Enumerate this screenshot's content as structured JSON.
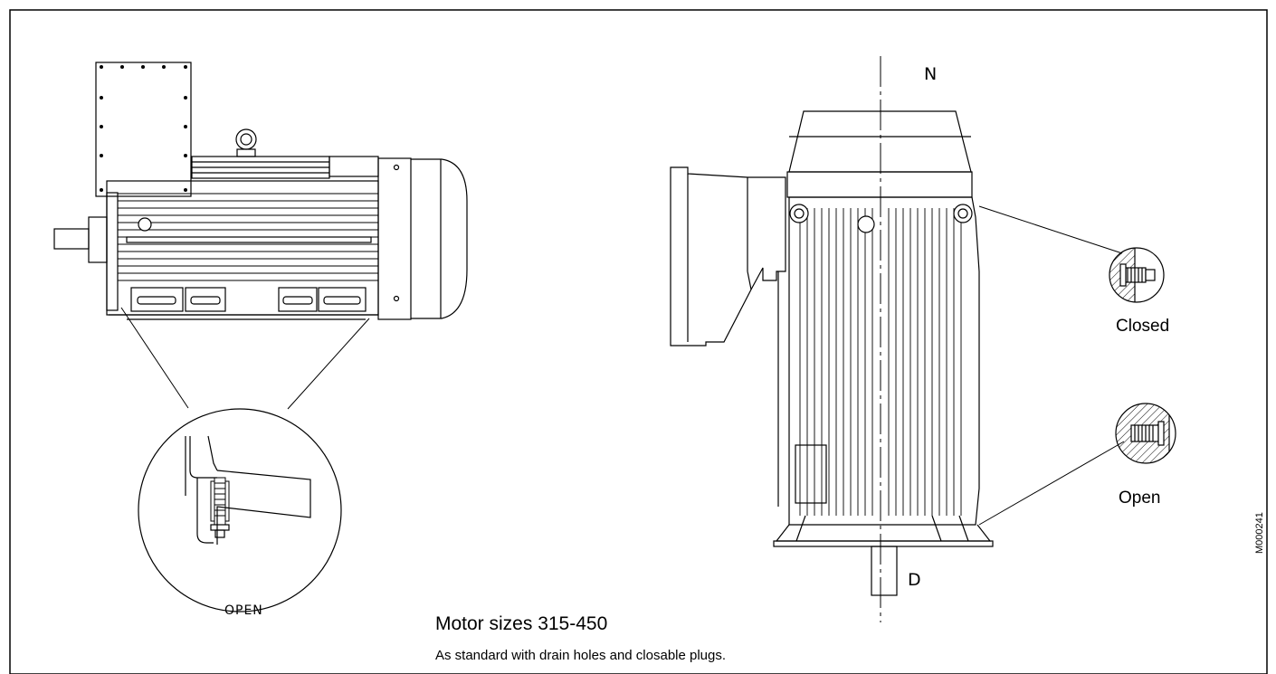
{
  "caption": {
    "title": "Motor sizes 315-450",
    "subtitle": "As standard with drain holes and closable plugs."
  },
  "labels": {
    "left_detail": "OPEN",
    "right_closed": "Closed",
    "right_open": "Open",
    "axis_top": "N",
    "axis_bottom": "D",
    "reference_code": "M000241"
  }
}
